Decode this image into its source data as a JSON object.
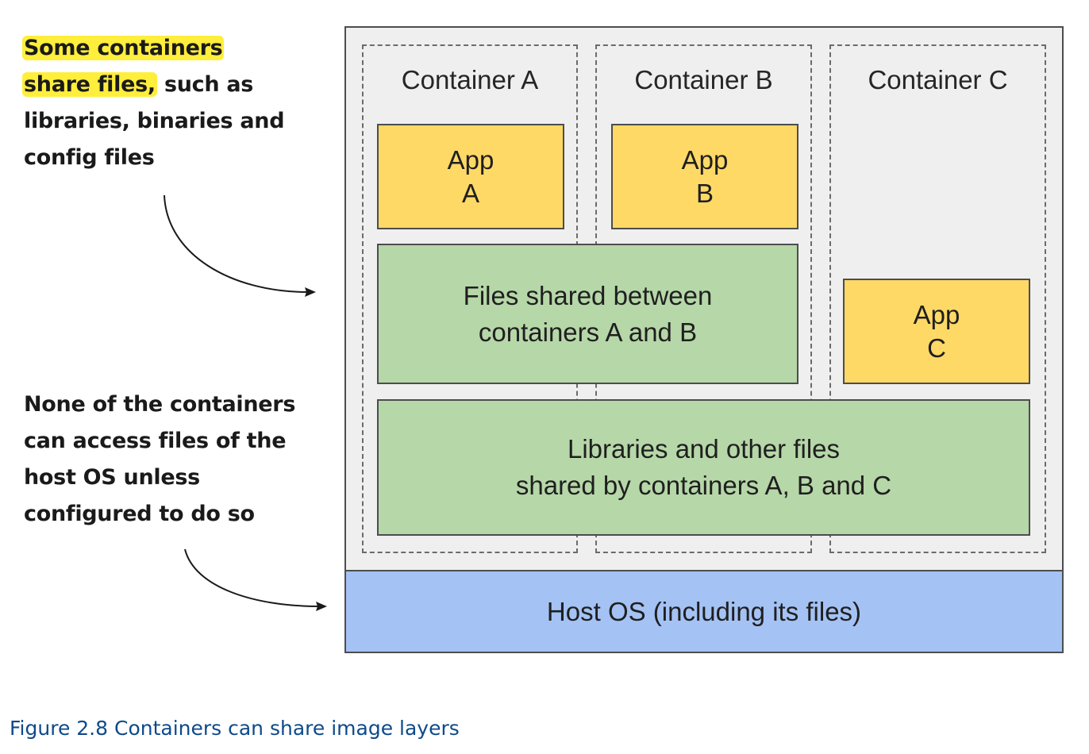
{
  "annotations": {
    "top": {
      "lines": [
        "Some containers",
        "share files,",
        " such as",
        "libraries, binaries and",
        "config files"
      ]
    },
    "bottom": {
      "lines": [
        "None of the containers",
        "can access files of the",
        "host OS unless",
        "configured to do so"
      ]
    }
  },
  "containers": [
    {
      "title": "Container A",
      "app": [
        "App",
        "A"
      ]
    },
    {
      "title": "Container B",
      "app": [
        "App",
        "B"
      ]
    },
    {
      "title": "Container C",
      "app": [
        "App",
        "C"
      ]
    }
  ],
  "shared_ab": [
    "Files shared between",
    "containers A and B"
  ],
  "shared_abc": [
    "Libraries and other files",
    "shared by containers A, B and C"
  ],
  "host": "Host OS (including its files)",
  "caption": "Figure 2.8 Containers can share image layers",
  "colors": {
    "app": "#ffd966",
    "shared": "#b6d7a8",
    "host": "#a4c2f4",
    "highlight": "#ffee3b",
    "caption": "#0e4a8a"
  }
}
